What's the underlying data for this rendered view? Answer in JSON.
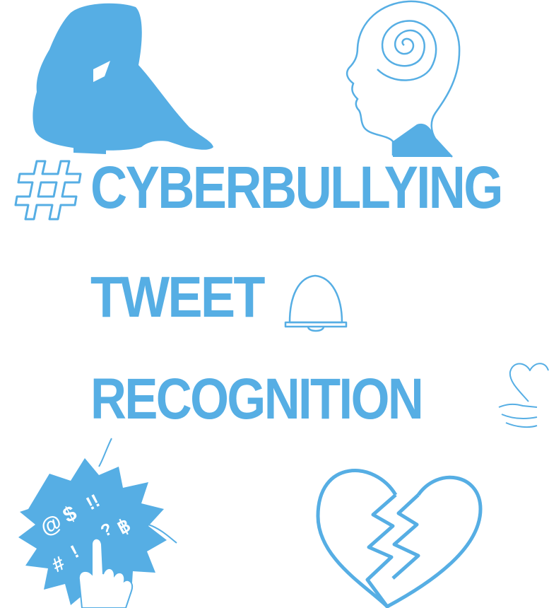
{
  "poster": {
    "line1": "CYBERBULLYING",
    "line2": "TWEET",
    "line3": "RECOGNITION",
    "symbols": [
      "@",
      "$",
      "!!",
      "?",
      "฿",
      "#",
      "!"
    ]
  },
  "colors": {
    "primary": "#56aee4",
    "background": "#ffffff"
  },
  "icons": [
    "sad-person-icon",
    "head-spiral-icon",
    "hashtag-icon",
    "bell-icon",
    "hand-heart-icon",
    "angry-speech-bubble-icon",
    "broken-heart-icon"
  ]
}
